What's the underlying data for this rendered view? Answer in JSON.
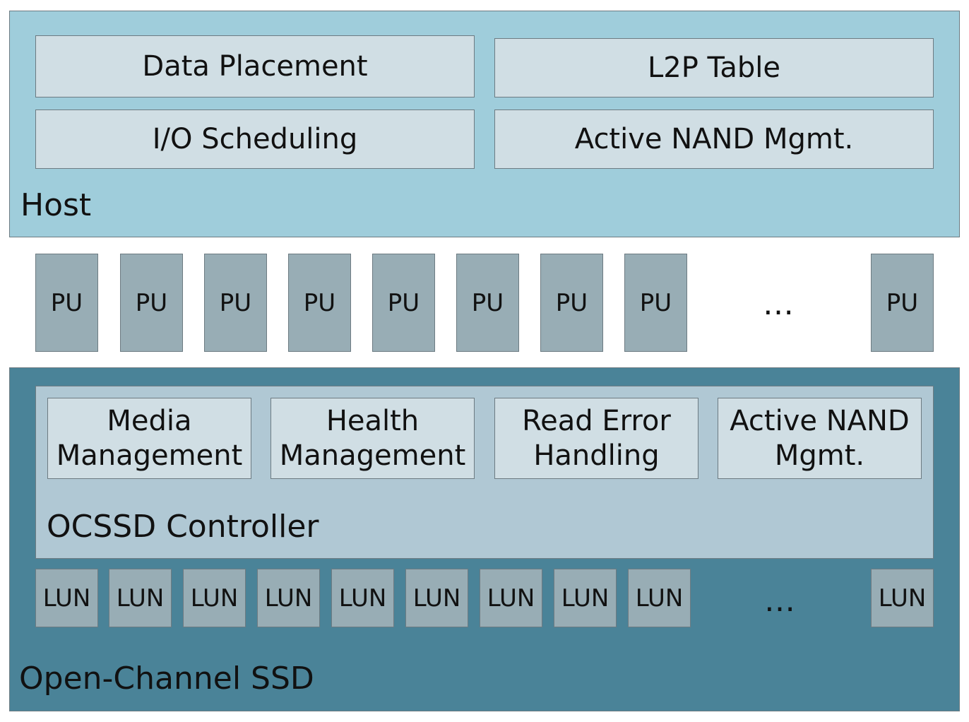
{
  "host": {
    "label": "Host",
    "modules": [
      "Data Placement",
      "L2P Table",
      "I/O Scheduling",
      "Active NAND Mgmt."
    ]
  },
  "pu_row": {
    "unit_label": "PU",
    "ellipsis": "…"
  },
  "ssd": {
    "label": "Open-Channel SSD",
    "controller": {
      "label": "OCSSD Controller",
      "modules": [
        [
          "Media",
          "Management"
        ],
        [
          "Health",
          "Management"
        ],
        [
          "Read Error",
          "Handling"
        ],
        [
          "Active NAND",
          "Mgmt."
        ]
      ]
    },
    "lun_row": {
      "unit_label": "LUN",
      "ellipsis": "…"
    }
  },
  "colors": {
    "host_bg": "#9fcddb",
    "module_bg": "#d0dee4",
    "unit_bg": "#98adb5",
    "ssd_bg": "#4a8398",
    "controller_bg": "#b0c8d4"
  }
}
